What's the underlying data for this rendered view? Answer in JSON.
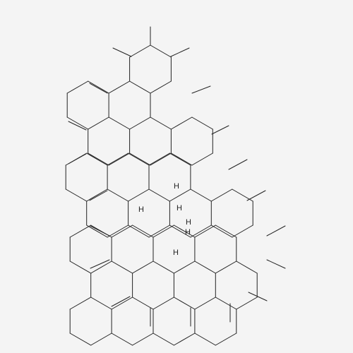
{
  "molecule": {
    "hydrogen_labels": [
      "H",
      "H",
      "H",
      "H",
      "H",
      "H"
    ]
  },
  "colors": {
    "background": "#f4f4f4",
    "bond": "#222222"
  }
}
